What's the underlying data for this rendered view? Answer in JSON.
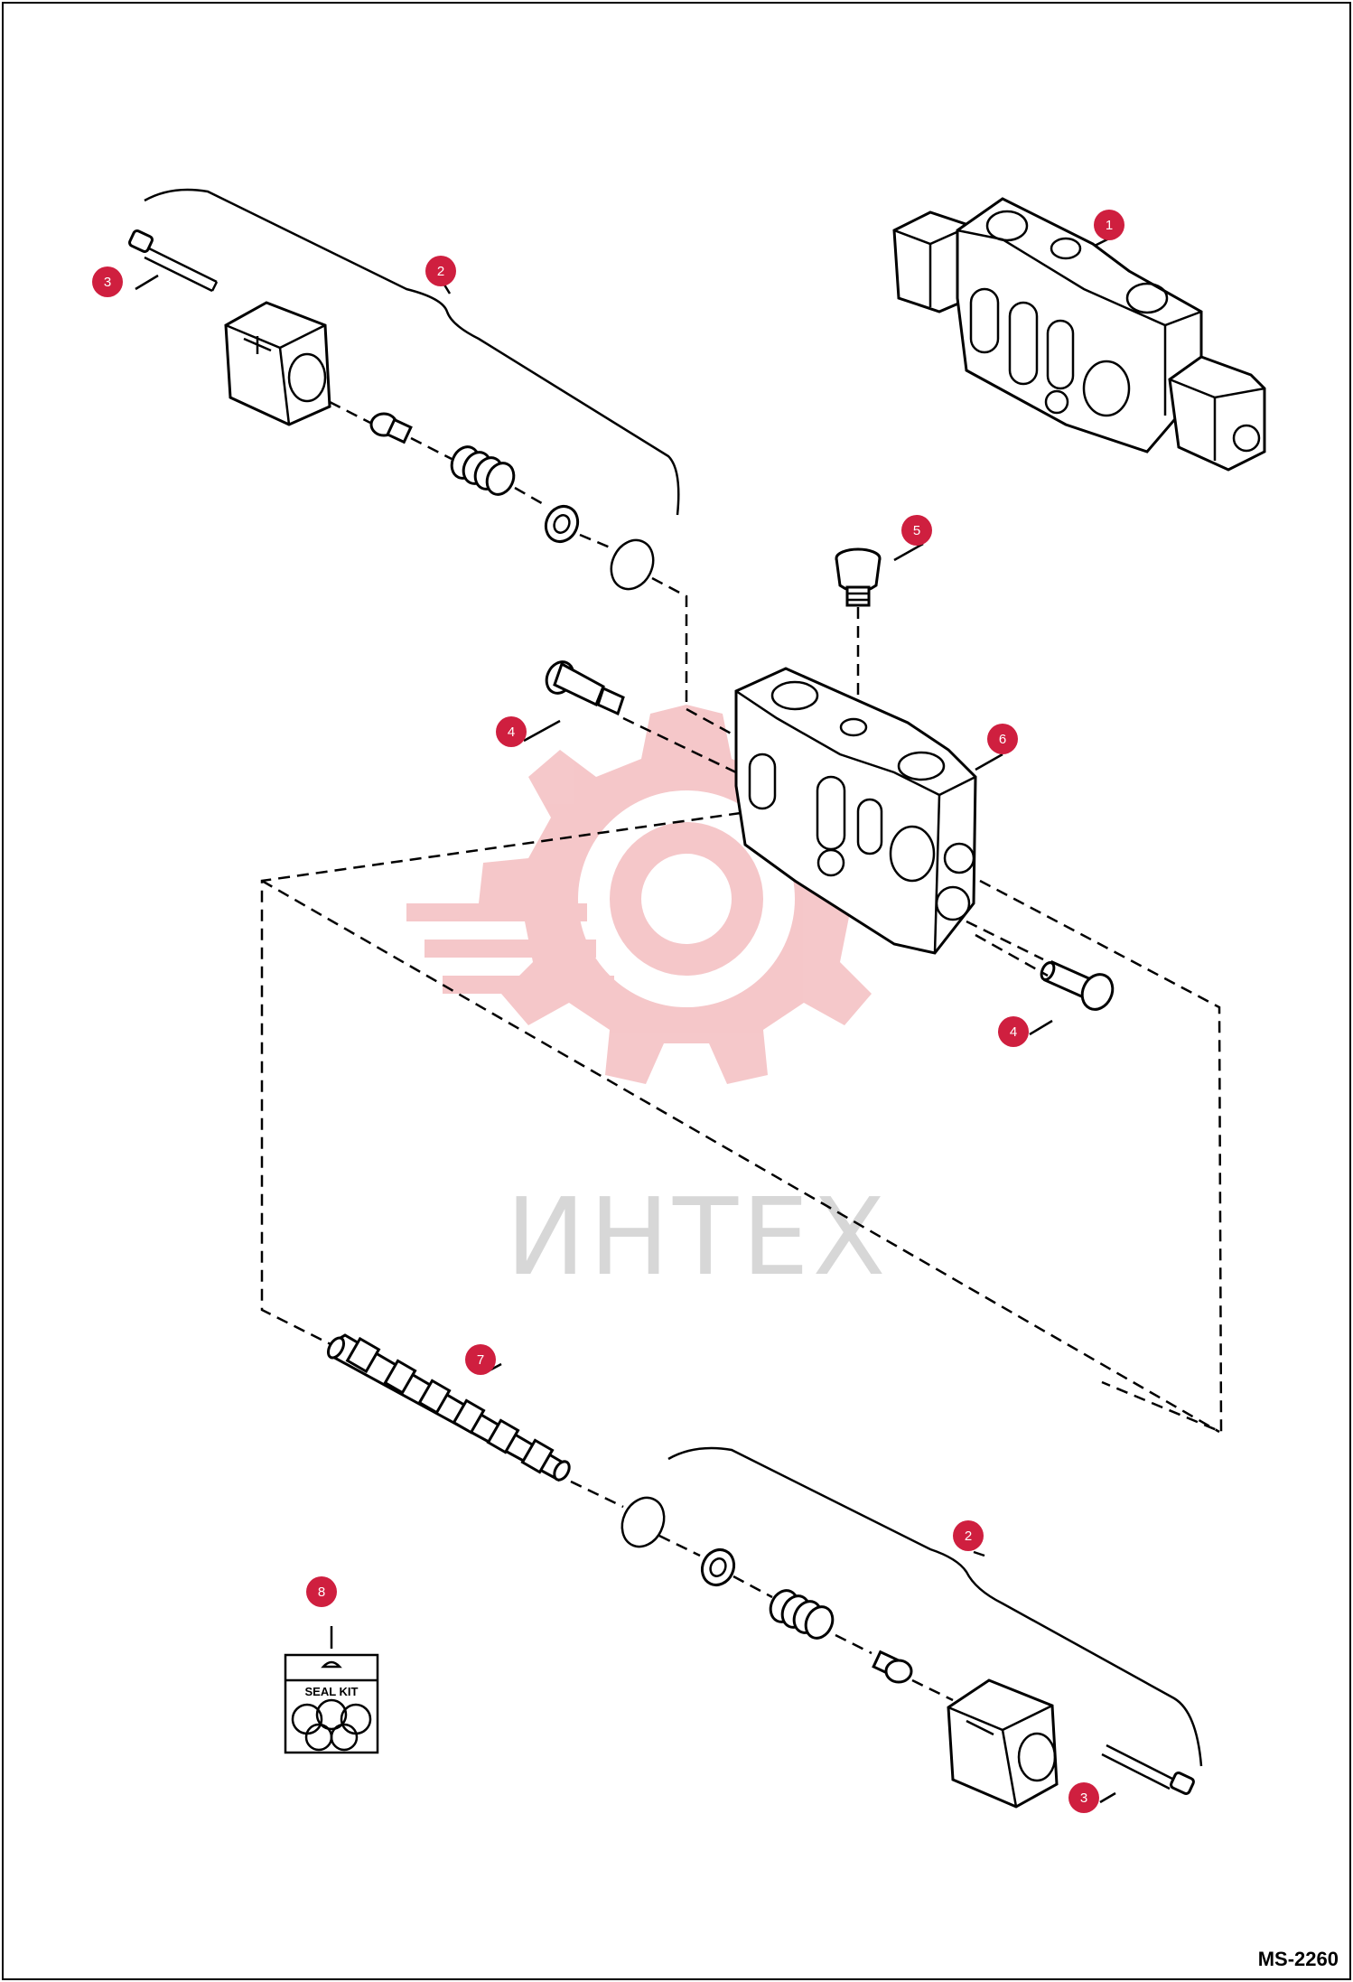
{
  "document": {
    "code": "MS-2260"
  },
  "watermark": {
    "text": "ИНТЕХ",
    "color": "#f4c2c4"
  },
  "seal_kit": {
    "label": "SEAL KIT"
  },
  "callout_color": "#cf1f3f",
  "callouts": [
    {
      "id": "c1",
      "number": "1"
    },
    {
      "id": "c2a",
      "number": "2"
    },
    {
      "id": "c2b",
      "number": "2"
    },
    {
      "id": "c3a",
      "number": "3"
    },
    {
      "id": "c3b",
      "number": "3"
    },
    {
      "id": "c4a",
      "number": "4"
    },
    {
      "id": "c4b",
      "number": "4"
    },
    {
      "id": "c5",
      "number": "5"
    },
    {
      "id": "c6",
      "number": "6"
    },
    {
      "id": "c7",
      "number": "7"
    },
    {
      "id": "c8",
      "number": "8"
    }
  ]
}
